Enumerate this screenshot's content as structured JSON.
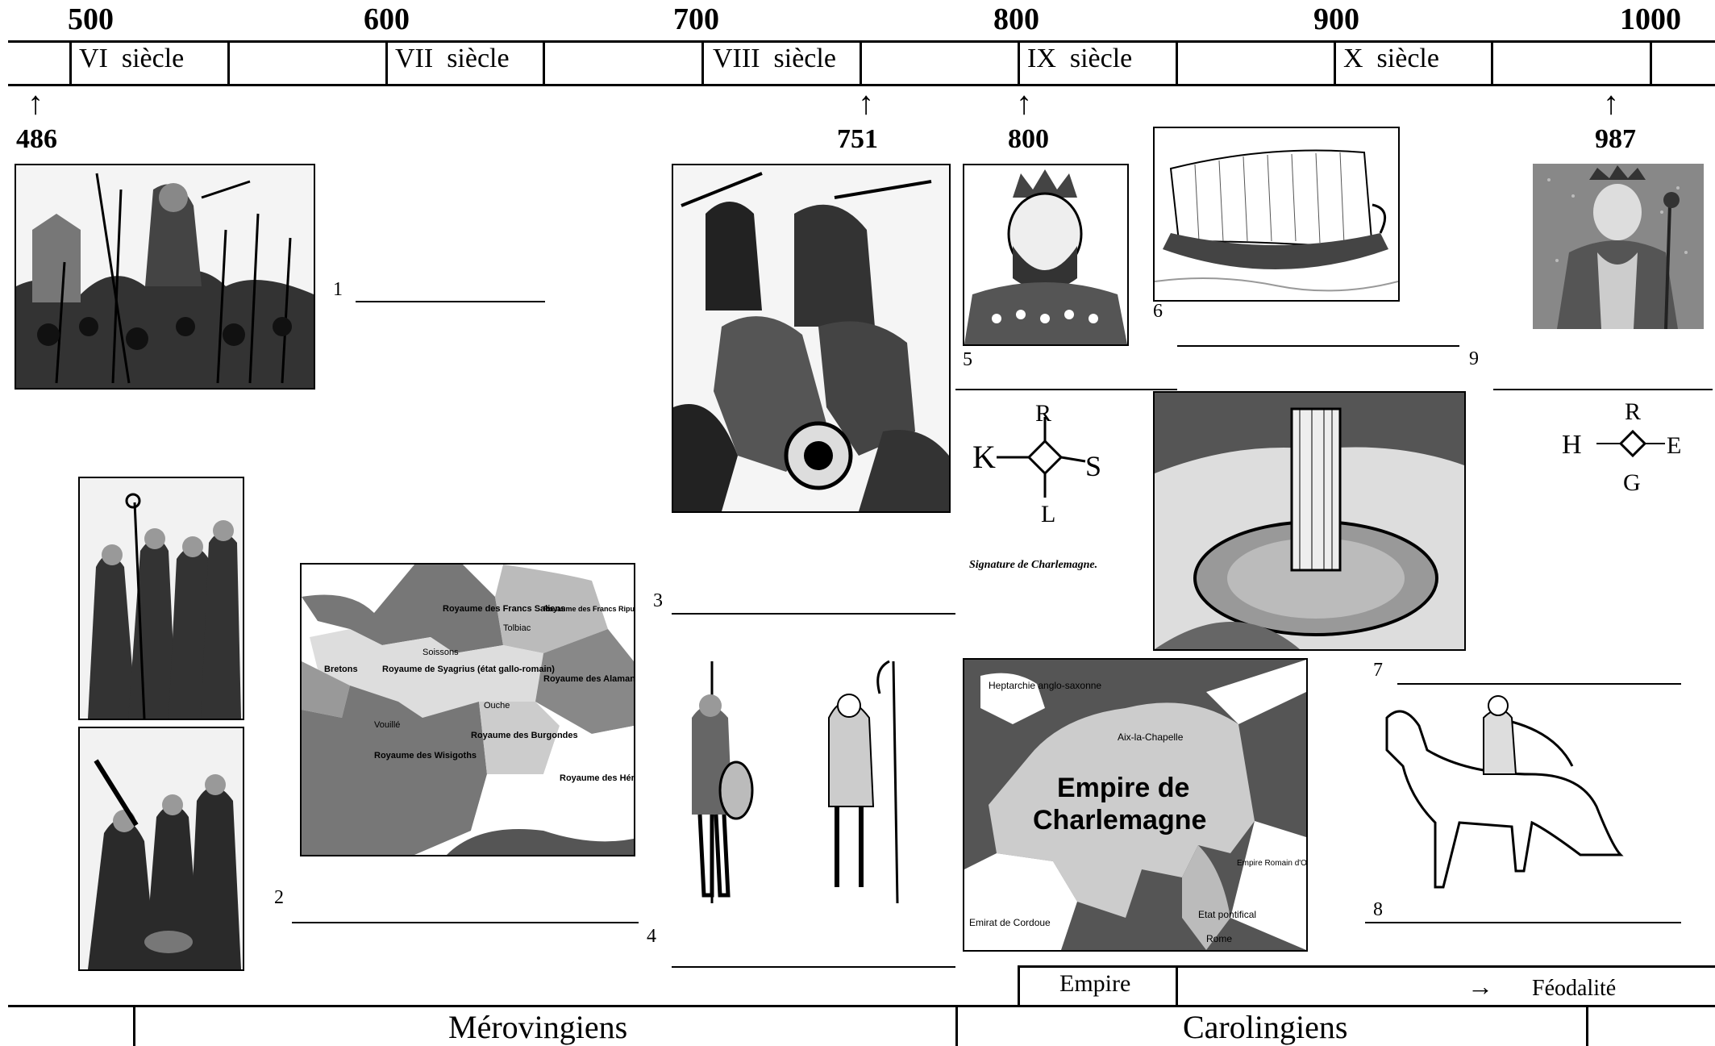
{
  "top_years": [
    "500",
    "600",
    "700",
    "800",
    "900",
    "1000"
  ],
  "centuries": [
    "VI  siècle",
    "VII  siècle",
    "VIII  siècle",
    "IX  siècle",
    "X  siècle"
  ],
  "event_years": [
    "486",
    "751",
    "800",
    "987"
  ],
  "blank_numbers": [
    "1",
    "2",
    "3",
    "4",
    "5",
    "6",
    "7",
    "8",
    "9"
  ],
  "map1": {
    "labels": [
      "Royaume des Francs Saliens",
      "Royaume des Francs Ripuaires",
      "Tolbiac",
      "Soissons",
      "Bretons",
      "Royaume de Syagrius (état gallo-romain)",
      "Royaume des Alamans",
      "Ouche",
      "Vouillé",
      "Royaume des Burgondes",
      "Royaume des Wisigoths",
      "Royaume des Hérules"
    ]
  },
  "map2": {
    "title_line1": "Empire de",
    "title_line2": "Charlemagne",
    "labels": [
      "Heptarchie anglo-saxonne",
      "Aix-la-Chapelle",
      "Empire Romain d'Orient",
      "Emirat de Cordoue",
      "Etat pontifical",
      "Rome"
    ]
  },
  "signature_caption": "Signature de Charlemagne.",
  "monogram_charlemagne": [
    "K",
    "R",
    "S",
    "L"
  ],
  "monogram_hugues": [
    "R",
    "H",
    "E",
    "G"
  ],
  "bottom_bar": {
    "empire": "Empire",
    "arrow": "→",
    "feodalite": "Féodalité"
  },
  "dynasties": [
    "Mérovingiens",
    "Carolingiens"
  ]
}
